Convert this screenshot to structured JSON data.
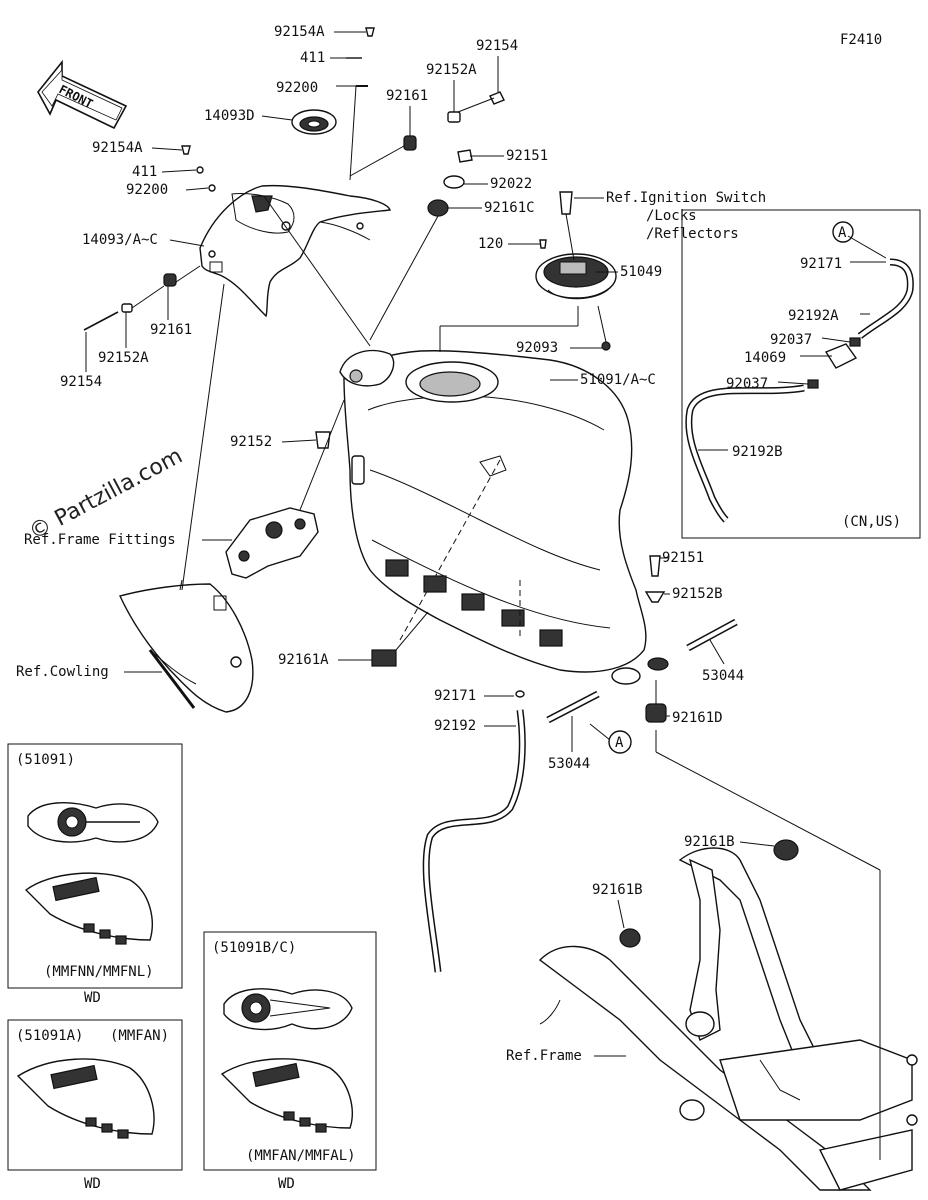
{
  "figure_code": "F2410",
  "front_label": "FRONT",
  "watermark": "© Partzilla.com",
  "callouts": {
    "c92154A_top": "92154A",
    "c411_top": "411",
    "c92200_top": "92200",
    "c14093D": "14093D",
    "c92154_top": "92154",
    "c92152A_top": "92152A",
    "c92161_top": "92161",
    "c92154A_left": "92154A",
    "c411_left": "411",
    "c92200_left": "92200",
    "c14093AC": "14093/A~C",
    "c92161_mid": "92161",
    "c92152A_bot": "92152A",
    "c92154_bot": "92154",
    "c92151_top": "92151",
    "c92022": "92022",
    "c92161C": "92161C",
    "c120": "120",
    "c51049": "51049",
    "c92093": "92093",
    "c51091AC": "51091/A~C",
    "c92152": "92152",
    "c92151_mid": "92151",
    "c92152B": "92152B",
    "c53044_right": "53044",
    "c92161A": "92161A",
    "c92171_bot": "92171",
    "c92192": "92192",
    "c53044_mid": "53044",
    "c92161D": "92161D",
    "c92161B_top": "92161B",
    "c92161B_mid": "92161B",
    "ref_ignition_1": "Ref.Ignition Switch",
    "ref_ignition_2": "/Locks",
    "ref_ignition_3": "/Reflectors",
    "ref_frame_fittings": "Ref.Frame Fittings",
    "ref_cowling": "Ref.Cowling",
    "ref_frame": "Ref.Frame",
    "ref_a_mid": "A"
  },
  "inset_cn_us": {
    "marker": "A",
    "region_label": "(CN,US)",
    "callouts": [
      "92171",
      "92192A",
      "92037",
      "14069",
      "92037",
      "92192B"
    ]
  },
  "variant_boxes": [
    {
      "title": "(51091)",
      "variant": "(MMFNN/MMFNL)",
      "footer": "WD"
    },
    {
      "title": "(51091A)",
      "title_right": "(MMFAN)",
      "footer": "WD"
    },
    {
      "title": "(51091B/C)",
      "variant": "(MMFAN/MMFAL)",
      "footer": "WD"
    }
  ]
}
